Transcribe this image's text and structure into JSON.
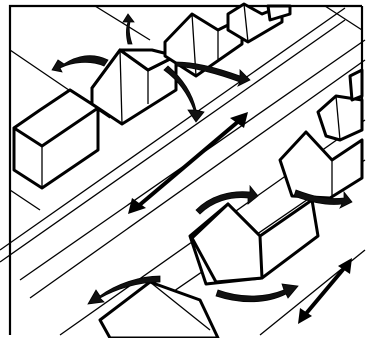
{
  "diagram": {
    "description_visible_text": "",
    "colors": {
      "ink": "#000000",
      "paper": "#ffffff"
    },
    "elements": {
      "houses_upper_row": 5,
      "houses_lower_row": 5,
      "straight_arrows": 2,
      "curved_flow_arrows": 7
    }
  }
}
